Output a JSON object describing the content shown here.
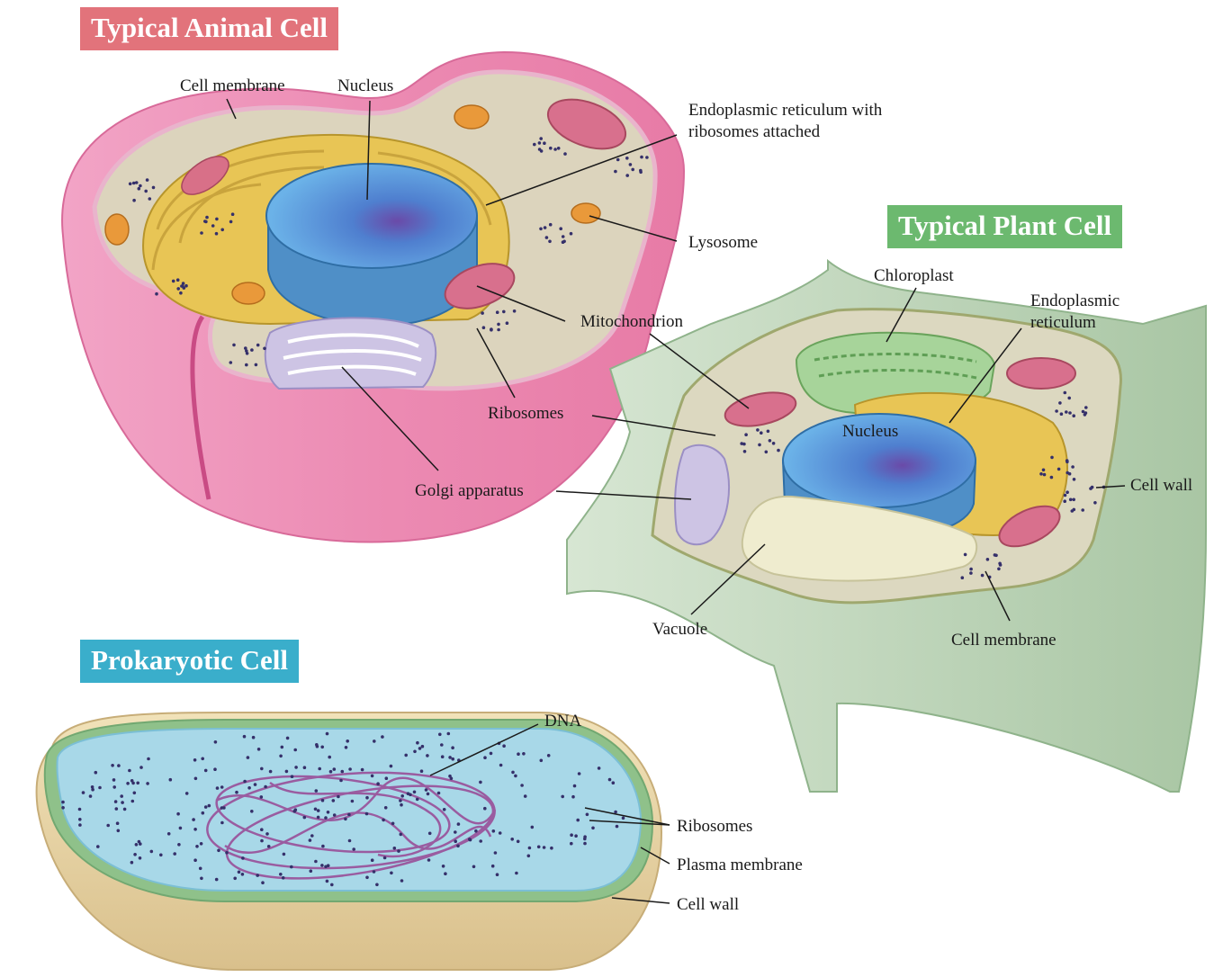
{
  "colors": {
    "animal_banner": "#e2737b",
    "plant_banner": "#6cb96f",
    "prokaryote_banner": "#3aaecb",
    "animal_membrane": "#ec8fb5",
    "cytoplasm": "#ddd6bf",
    "nucleus": "#5ba3df",
    "endoplasmic_reticulum": "#e7c04c",
    "mitochondrion": "#d86f8c",
    "lysosome": "#e9993a",
    "golgi": "#cec4e6",
    "cell_wall": "#c6d9c2",
    "chloroplast": "#a7d49a",
    "vacuole": "#efeccf",
    "prokaryote_cytoplasm": "#a8d8e8",
    "prokaryote_wall": "#e7d4a5",
    "dna": "#9a5ca0",
    "ribosome": "#35306a"
  },
  "animal_cell": {
    "title": "Typical Animal Cell",
    "labels": {
      "cell_membrane": "Cell membrane",
      "nucleus": "Nucleus",
      "er_line1": "Endoplasmic reticulum with",
      "er_line2": "ribosomes attached",
      "lysosome": "Lysosome",
      "mitochondrion": "Mitochondrion",
      "ribosomes": "Ribosomes",
      "golgi": "Golgi apparatus"
    }
  },
  "plant_cell": {
    "title": "Typical Plant Cell",
    "labels": {
      "chloroplast": "Chloroplast",
      "er_line1": "Endoplasmic",
      "er_line2": "reticulum",
      "nucleus": "Nucleus",
      "cell_wall": "Cell wall",
      "vacuole": "Vacuole",
      "cell_membrane": "Cell membrane"
    }
  },
  "prokaryotic_cell": {
    "title": "Prokaryotic Cell",
    "labels": {
      "dna": "DNA",
      "ribosomes": "Ribosomes",
      "plasma_membrane": "Plasma membrane",
      "cell_wall": "Cell wall"
    }
  }
}
